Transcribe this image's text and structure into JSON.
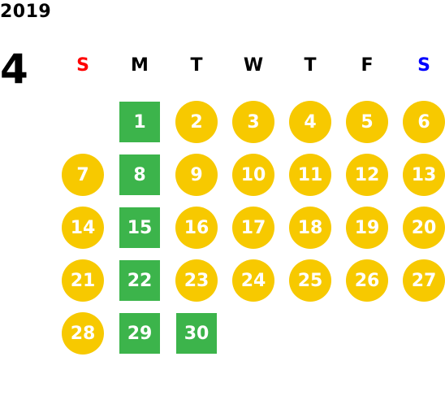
{
  "calendar": {
    "year": "2019",
    "month": "4",
    "weekdays": [
      {
        "label": "S",
        "color": "#ff0000"
      },
      {
        "label": "M",
        "color": "#000000"
      },
      {
        "label": "T",
        "color": "#000000"
      },
      {
        "label": "W",
        "color": "#000000"
      },
      {
        "label": "T",
        "color": "#000000"
      },
      {
        "label": "F",
        "color": "#000000"
      },
      {
        "label": "S",
        "color": "#0000ff"
      }
    ],
    "colors": {
      "circle": "#f7c900",
      "square": "#3cb44b"
    },
    "start_weekday": 1,
    "days": [
      {
        "label": "1",
        "style": "square"
      },
      {
        "label": "2",
        "style": "circle"
      },
      {
        "label": "3",
        "style": "circle"
      },
      {
        "label": "4",
        "style": "circle"
      },
      {
        "label": "5",
        "style": "circle"
      },
      {
        "label": "6",
        "style": "circle"
      },
      {
        "label": "7",
        "style": "circle"
      },
      {
        "label": "8",
        "style": "square"
      },
      {
        "label": "9",
        "style": "circle"
      },
      {
        "label": "10",
        "style": "circle"
      },
      {
        "label": "11",
        "style": "circle"
      },
      {
        "label": "12",
        "style": "circle"
      },
      {
        "label": "13",
        "style": "circle"
      },
      {
        "label": "14",
        "style": "circle"
      },
      {
        "label": "15",
        "style": "square"
      },
      {
        "label": "16",
        "style": "circle"
      },
      {
        "label": "17",
        "style": "circle"
      },
      {
        "label": "18",
        "style": "circle"
      },
      {
        "label": "19",
        "style": "circle"
      },
      {
        "label": "20",
        "style": "circle"
      },
      {
        "label": "21",
        "style": "circle"
      },
      {
        "label": "22",
        "style": "square"
      },
      {
        "label": "23",
        "style": "circle"
      },
      {
        "label": "24",
        "style": "circle"
      },
      {
        "label": "25",
        "style": "circle"
      },
      {
        "label": "26",
        "style": "circle"
      },
      {
        "label": "27",
        "style": "circle"
      },
      {
        "label": "28",
        "style": "circle"
      },
      {
        "label": "29",
        "style": "square"
      },
      {
        "label": "30",
        "style": "square"
      }
    ]
  }
}
